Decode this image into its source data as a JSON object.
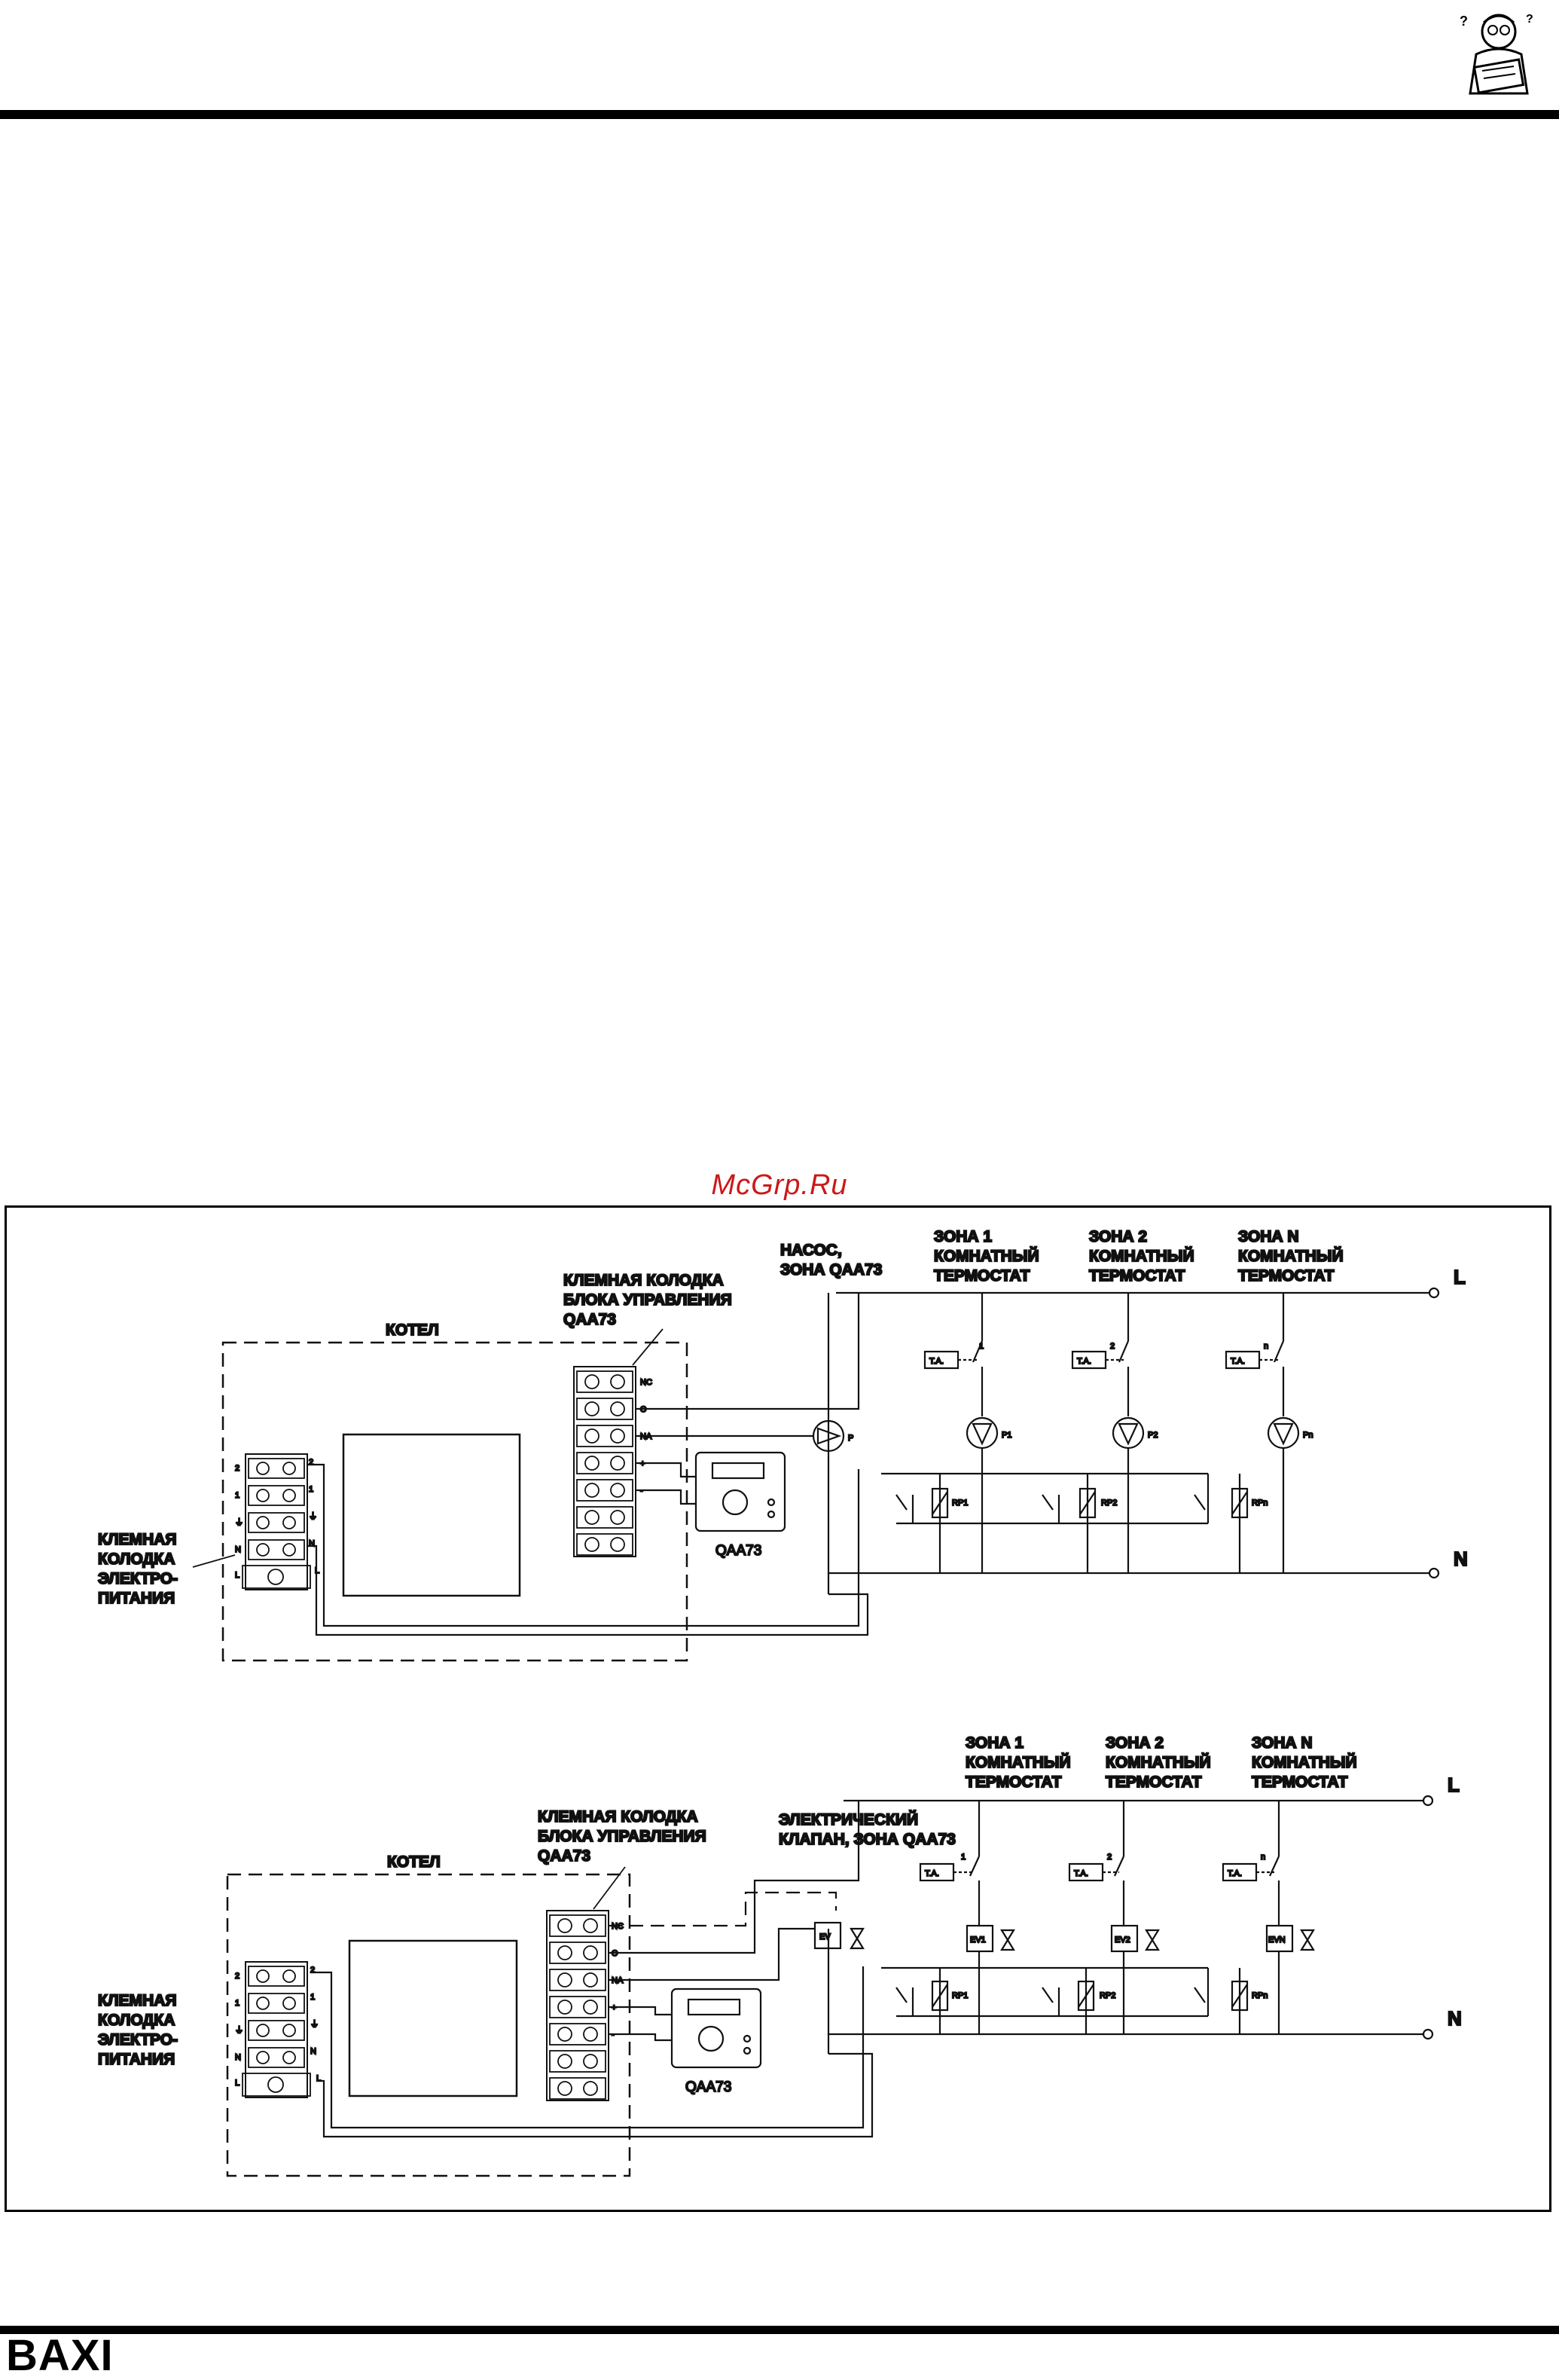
{
  "header": {
    "mascot_icon": "reading-man-icon"
  },
  "watermark": "McGrp.Ru",
  "footer": {
    "brand": "BAXI"
  },
  "diagram1": {
    "boiler_label": "КОТЕЛ",
    "control_block_label": [
      "КЛЕМНАЯ КОЛОДКА",
      "БЛОКА УПРАВЛЕНИЯ",
      "QAA73"
    ],
    "power_block_label": [
      "КЛЕМНАЯ",
      "КОЛОДКА",
      "ЭЛЕКТРО-",
      "ПИТАНИЯ"
    ],
    "pump_label": [
      "НАСОС,",
      "ЗОНА QAA73"
    ],
    "zone1_label": [
      "ЗОНА 1",
      "КОМНАТНЫЙ",
      "ТЕРМОСТАТ"
    ],
    "zone2_label": [
      "ЗОНА 2",
      "КОМНАТНЫЙ",
      "ТЕРМОСТАТ"
    ],
    "zoneN_label": [
      "ЗОНА  N",
      "КОМНАТНЫЙ",
      "ТЕРМОСТАТ"
    ],
    "terminals": [
      "NC",
      "C",
      "NA",
      "+",
      "-"
    ],
    "power_terminals_left": [
      "2",
      "1",
      "⏚",
      "N",
      "L"
    ],
    "power_terminals_right": [
      "2",
      "1",
      "⏚",
      "N",
      "L"
    ],
    "device_label": "QAA73",
    "line_L": "L",
    "line_N": "N",
    "pump_marks": [
      "P",
      "P1",
      "P2",
      "Pn"
    ],
    "relay_marks": [
      "RP1",
      "RP2",
      "RPn"
    ],
    "ta_marks": [
      "T.A.",
      "T.A.",
      "T.A."
    ],
    "ta_numbers": [
      "1",
      "2",
      "n"
    ]
  },
  "diagram2": {
    "boiler_label": "КОТЕЛ",
    "control_block_label": [
      "КЛЕМНАЯ КОЛОДКА",
      "БЛОКА УПРАВЛЕНИЯ",
      "QAA73"
    ],
    "power_block_label": [
      "КЛЕМНАЯ",
      "КОЛОДКА",
      "ЭЛЕКТРО-",
      "ПИТАНИЯ"
    ],
    "valve_label": [
      "ЭЛЕКТРИЧЕСКИЙ",
      "КЛАПАН, ЗОНА QAA73"
    ],
    "zone1_label": [
      "ЗОНА 1",
      "КОМНАТНЫЙ",
      "ТЕРМОСТАТ"
    ],
    "zone2_label": [
      "ЗОНА 2",
      "КОМНАТНЫЙ",
      "ТЕРМОСТАТ"
    ],
    "zoneN_label": [
      "ЗОНА N",
      "КОМНАТНЫЙ",
      "ТЕРМОСТАТ"
    ],
    "terminals": [
      "NC",
      "C",
      "NA",
      "+",
      "-"
    ],
    "power_terminals_left": [
      "2",
      "1",
      "⏚",
      "N",
      "L"
    ],
    "power_terminals_right": [
      "2",
      "1",
      "⏚",
      "N",
      "L"
    ],
    "device_label": "QAA73",
    "line_L": "L",
    "line_N": "N",
    "valve_marks": [
      "EV",
      "EV1",
      "EV2",
      "EVN"
    ],
    "relay_marks": [
      "RP1",
      "RP2",
      "RPn"
    ],
    "ta_marks": [
      "T.A.",
      "T.A.",
      "T.A."
    ],
    "ta_numbers": [
      "1",
      "2",
      "n"
    ]
  }
}
